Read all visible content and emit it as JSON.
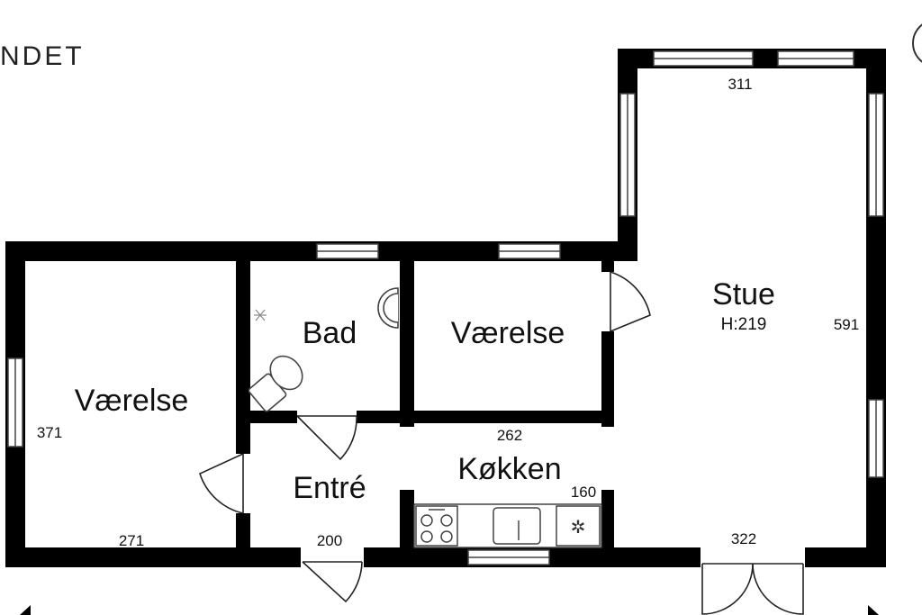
{
  "header": {
    "title_fragment": "NDET"
  },
  "rooms": {
    "living": {
      "name": "Stue",
      "height": "H:219"
    },
    "bath": {
      "name": "Bad"
    },
    "bedroom_middle": {
      "name": "Værelse"
    },
    "bedroom_left": {
      "name": "Værelse"
    },
    "entrance": {
      "name": "Entré"
    },
    "kitchen": {
      "name": "Køkken"
    }
  },
  "dimensions": {
    "living_top": "311",
    "living_right": "591",
    "living_bottom": "322",
    "middle_wall": "262",
    "kitchen": "160",
    "left_room_side": "371",
    "left_room_bottom": "271",
    "entrance_bottom": "200"
  }
}
